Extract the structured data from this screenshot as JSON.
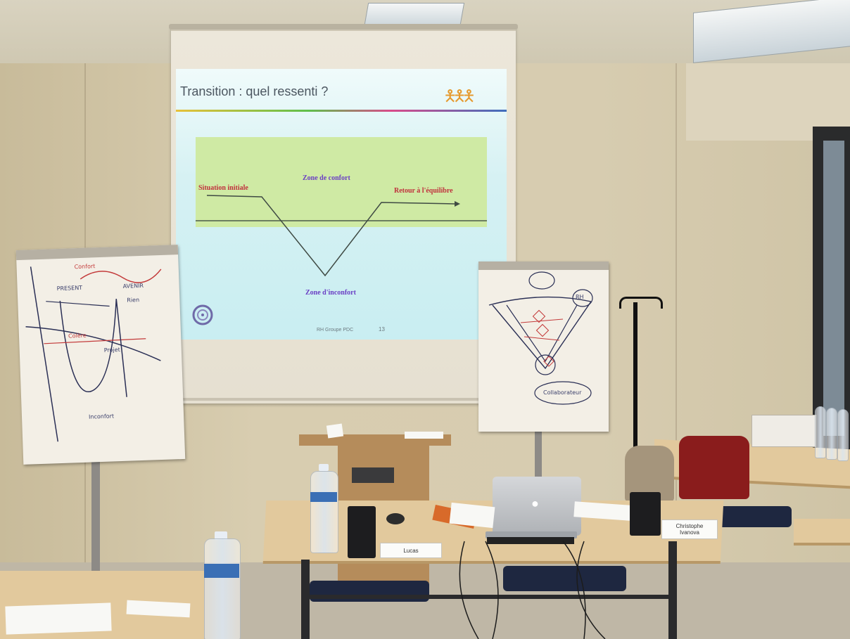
{
  "slide": {
    "title": "Transition : quel ressenti ?",
    "zone_comfort": "Zone de confort",
    "start_label": "Situation initiale",
    "end_label": "Retour à l'équilibre",
    "zone_discomfort": "Zone d'inconfort",
    "footer": "RH Groupe PDC",
    "page_number": "13"
  },
  "left_flipchart": {
    "notes": [
      "Confort",
      "PRESENT",
      "AVENIR",
      "Rien",
      "Colère",
      "Projet",
      "Inconfort"
    ]
  },
  "right_flipchart": {
    "notes": [
      "RH",
      "Collaborateur"
    ]
  },
  "nameplates": {
    "front": "Lucas",
    "right_line1": "Christophe",
    "right_line2": "Ivanova"
  },
  "colors": {
    "slide_background": "#c9eef2",
    "comfort_zone": "#cfeaa4",
    "slide_red_text": "#c0303c",
    "slide_purple_text": "#6a3fc4",
    "table": "#e2c99d"
  },
  "icons": {
    "laptop_logo": "apple-logo-icon",
    "slide_logo": "people-logo-icon",
    "company_logo": "spiral-logo-icon"
  }
}
